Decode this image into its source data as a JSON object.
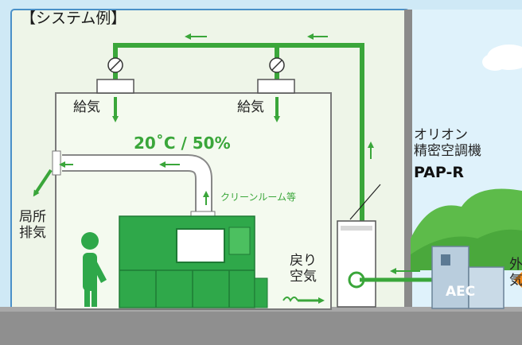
{
  "title": "【システム例】",
  "room_condition": "20˚C / 50%",
  "area_label": "クリーンルーム等",
  "supply_left": "給気",
  "supply_right": "給気",
  "exhaust": [
    "局所",
    "排気"
  ],
  "return_air": [
    "戻り",
    "空気"
  ],
  "unit_brand": [
    "オリオン",
    "精密空調機"
  ],
  "unit_model": "PAP-R",
  "outdoor_unit": "AEC",
  "outside_air": [
    "外",
    "気"
  ],
  "colors": {
    "duct_green": "#3aa63a",
    "machine_green": "#2fa84a",
    "wall_gray": "#7a7a7a",
    "room_fill": "#f2f8ee",
    "sky": "#dff2fb",
    "aec_unit": "#b9cddd",
    "orange_arrow": "#f08a1c"
  },
  "icons": [
    "person-icon",
    "damper-icon",
    "cloud-icon",
    "airflow-arrow-icon",
    "tree-icon"
  ]
}
